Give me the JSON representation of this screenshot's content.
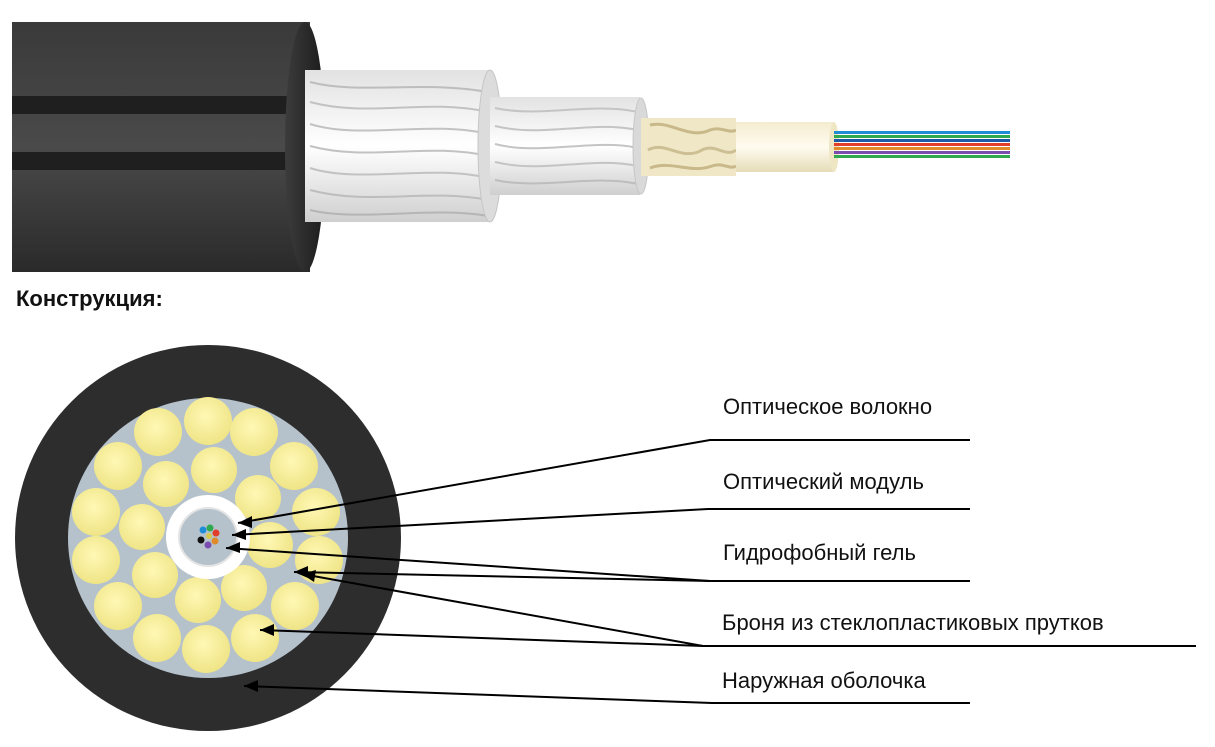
{
  "section_title": "Конструкция:",
  "labels": [
    "Оптическое волокно",
    "Оптический модуль",
    "Гидрофобный гель",
    "Броня из стеклопластиковых прутков",
    "Наружная оболочка"
  ],
  "colors": {
    "jacket": "#2b2b2b",
    "rod": "#f6ef9c",
    "gel": "#b7c3cc",
    "module": "#ffffff",
    "label_line": "#000000"
  },
  "fiber_colors": [
    "#1f8dd6",
    "#2fa84f",
    "#e23c2a",
    "#e08a2a",
    "#7a4db0",
    "#111111"
  ]
}
